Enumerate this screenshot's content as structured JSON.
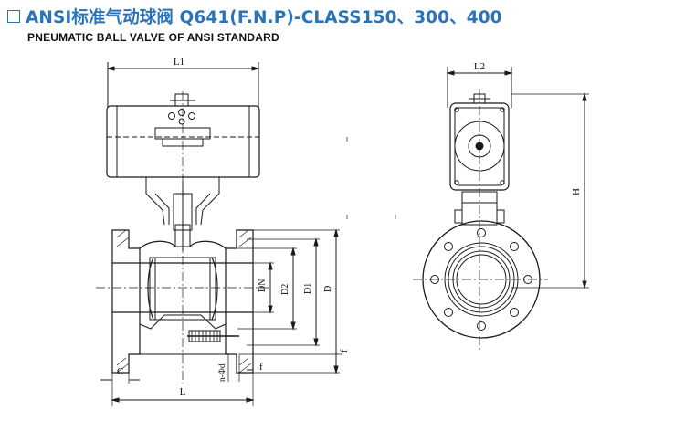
{
  "header": {
    "title": "ANSI标准气动球阀  Q641(F.N.P)-CLASS150、300、400",
    "subtitle": "PNEUMATIC BALL VALVE OF ANSI  STANDARD"
  },
  "front_view": {
    "dims": {
      "L1": "L1",
      "L": "L",
      "C": "C",
      "f": "f",
      "nd": "n-Φd",
      "DN": "DN",
      "D2": "D2",
      "D1": "D1",
      "D": "D"
    }
  },
  "side_view": {
    "dims": {
      "L2": "L2",
      "H": "H"
    }
  },
  "colors": {
    "title": "#2a73b8",
    "line": "#1a1a1a"
  }
}
